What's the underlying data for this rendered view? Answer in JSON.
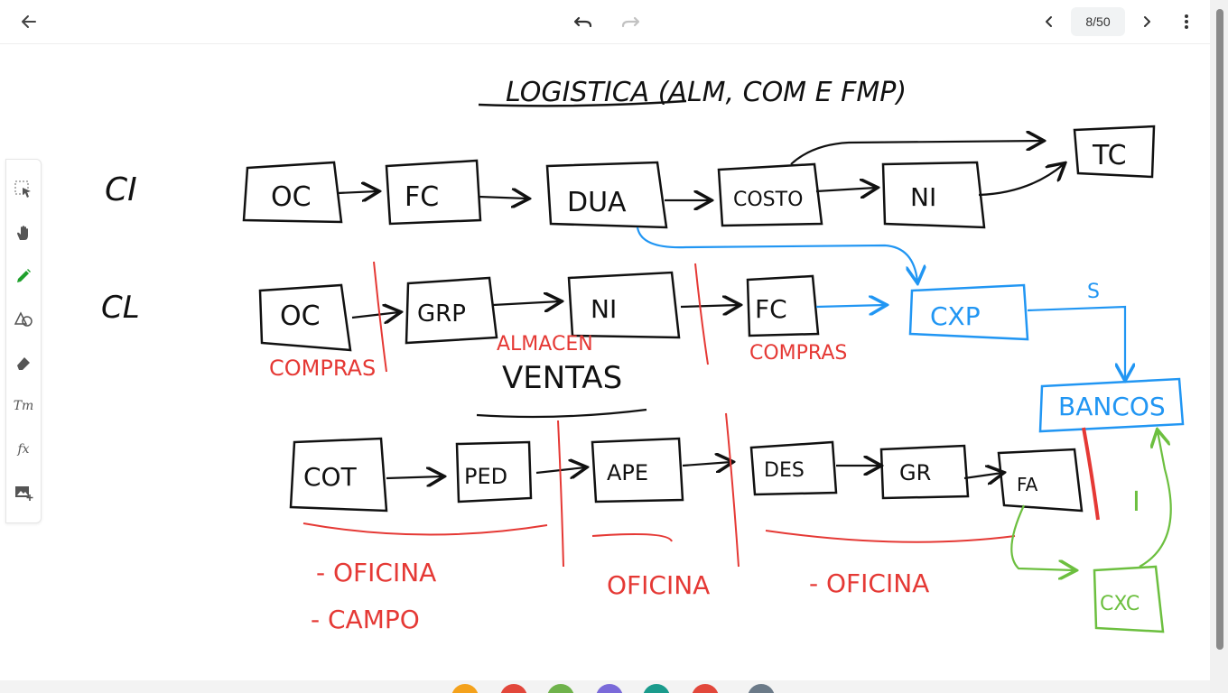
{
  "toolbar_top": {
    "back_icon": "arrow-left-icon",
    "undo_icon": "undo-icon",
    "redo_icon": "redo-icon",
    "prev_icon": "chevron-left-icon",
    "next_icon": "chevron-right-icon",
    "more_icon": "more-vertical-icon",
    "page_indicator": "8/50"
  },
  "side_tools": [
    {
      "name": "select-tool",
      "icon": "select-arrow-icon"
    },
    {
      "name": "hand-tool",
      "icon": "hand-icon"
    },
    {
      "name": "pen-tool",
      "icon": "pencil-icon",
      "color": "#1fa02c"
    },
    {
      "name": "shapes-tool",
      "icon": "shapes-icon"
    },
    {
      "name": "eraser-tool",
      "icon": "eraser-icon"
    },
    {
      "name": "text-tool",
      "icon": "text-icon",
      "label": "Tт"
    },
    {
      "name": "formula-tool",
      "icon": "formula-icon",
      "label": "fx"
    },
    {
      "name": "insert-image-tool",
      "icon": "image-add-icon"
    }
  ],
  "colors": {
    "ink_black": "#111111",
    "ink_red": "#e53935",
    "ink_blue": "#2196f3",
    "ink_green": "#6cbf3f",
    "pen_active": "#1fa02c"
  },
  "notes": {
    "title": "LOGISTICA (ALM, COM E FMP)",
    "row_ci_label": "CI",
    "row_cl_label": "CL",
    "ci_boxes": [
      "OC",
      "FC",
      "DUA",
      "COSTO",
      "NI",
      "TC"
    ],
    "cl_boxes": [
      "OC",
      "GRP",
      "NI",
      "FC"
    ],
    "cxp": "CXP",
    "bancos": "BANCOS",
    "cxc": "CXC",
    "green_i": "I",
    "blue_s": "S",
    "cl_sections": [
      "COMPRAS",
      "ALMACEN",
      "COMPRAS"
    ],
    "ventas_title": "VENTAS",
    "ventas_boxes": [
      "COT",
      "PED",
      "APE",
      "DES",
      "GR",
      "FA"
    ],
    "ventas_sections": [
      "- OFICINA",
      "- CAMPO",
      "OFICINA",
      "- OFICINA"
    ]
  }
}
